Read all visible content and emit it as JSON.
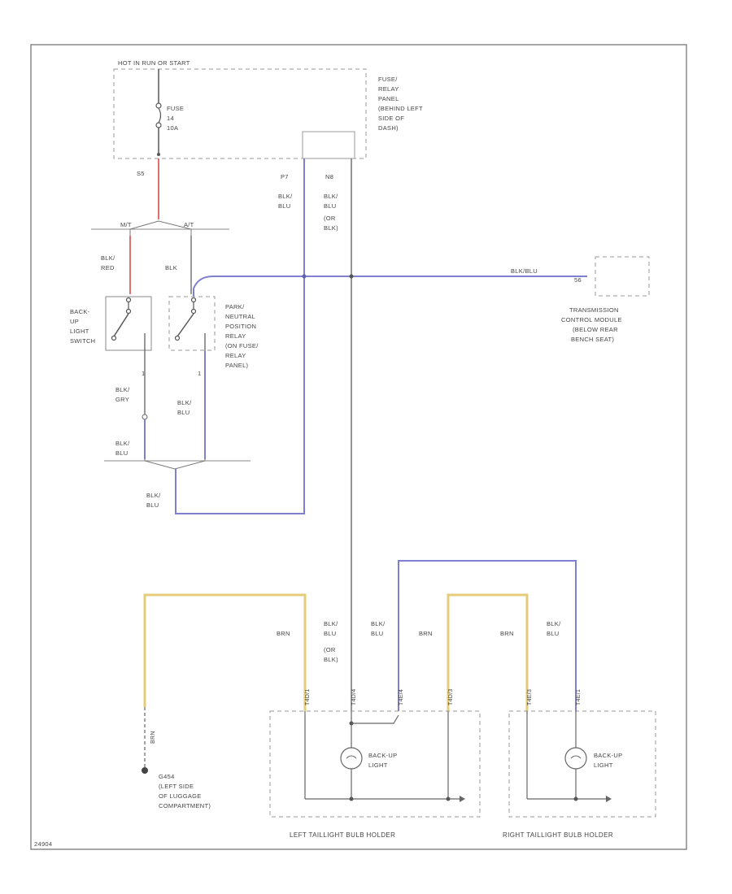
{
  "labels": {
    "hot_in_run_start": "HOT IN RUN OR START",
    "fuse_label": "FUSE",
    "fuse_num": "14",
    "fuse_amp": "10A",
    "fuse_panel": [
      "FUSE/",
      "RELAY",
      "PANEL",
      "(BEHIND LEFT",
      "SIDE OF",
      "DASH)"
    ],
    "conn_s5": "S5",
    "conn_p7": "P7",
    "conn_n8": "N8",
    "conn_mt": "M/T",
    "conn_at": "A/T",
    "blk_blu": [
      "BLK/",
      "BLU"
    ],
    "blk_blu_or_blk": [
      "BLK/",
      "BLU",
      "(OR",
      "BLK)"
    ],
    "blk_red": [
      "BLK/",
      "RED"
    ],
    "blk": "BLK",
    "blk_gry": [
      "BLK/",
      "GRY"
    ],
    "backup_switch": [
      "BACK-",
      "UP",
      "LIGHT",
      "SWITCH"
    ],
    "pin_1a": "1",
    "pin_1b": "1",
    "pnp_relay": [
      "PARK/",
      "NEUTRAL",
      "POSITION",
      "RELAY",
      "(ON FUSE/",
      "RELAY",
      "PANEL)"
    ],
    "wire_blk_blu_tcm": "BLK/BLU",
    "tcm_pin": "56",
    "tcm": [
      "TRANSMISSION",
      "CONTROL MODULE",
      "(BELOW REAR",
      "BENCH SEAT)"
    ],
    "brn": "BRN",
    "t4d1": "T4D/1",
    "t4d4": "T4D/4",
    "t4e4": "T4E/4",
    "t4d3": "T4D/3",
    "t4e3": "T4E/3",
    "t4e1": "T4E/1",
    "ground_wire": "BRN",
    "ground": [
      "G454",
      "(LEFT SIDE",
      "OF LUGGAGE",
      "COMPARTMENT)"
    ],
    "backup_light_left": [
      "BACK-UP",
      "LIGHT"
    ],
    "backup_light_right": [
      "BACK-UP",
      "LIGHT"
    ],
    "left_holder": "LEFT TAILLIGHT BULB HOLDER",
    "right_holder": "RIGHT TAILLIGHT BULB HOLDER",
    "diagram_id": "24904"
  },
  "colors": {
    "wire_blue": "#8080d0",
    "wire_yellow": "#e6cc7a",
    "wire_red": "#e07070",
    "wire_dark": "#707070",
    "dashed": "#999999"
  },
  "icons": {
    "fuse": "fuse-icon",
    "switch": "switch-icon",
    "bulb": "bulb-icon",
    "ground": "ground-icon"
  }
}
